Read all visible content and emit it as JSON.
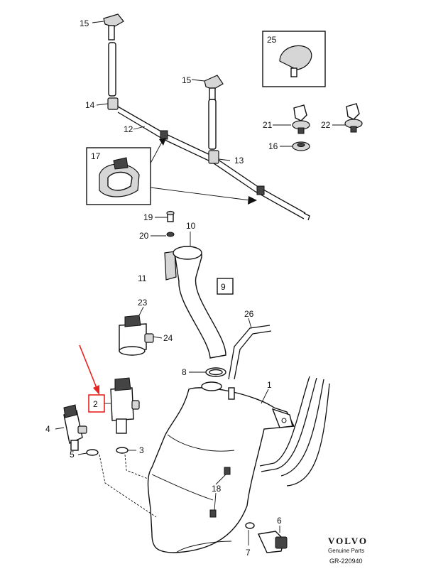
{
  "labels": {
    "p1": "1",
    "p2": "2",
    "p3": "3",
    "p4": "4",
    "p5": "5",
    "p6": "6",
    "p7": "7",
    "p8": "8",
    "p9": "9",
    "p10": "10",
    "p11": "11",
    "p12": "12",
    "p13": "13",
    "p14": "14",
    "p15a": "15",
    "p15b": "15",
    "p16": "16",
    "p17": "17",
    "p18": "18",
    "p19": "19",
    "p20": "20",
    "p21": "21",
    "p22": "22",
    "p23": "23",
    "p24": "24",
    "p25": "25",
    "p26": "26"
  },
  "footer": {
    "brand": "VOLVO",
    "subtitle": "Genuine Parts",
    "code": "GR-220940"
  },
  "colors": {
    "line": "#111111",
    "highlight": "#e8221e",
    "fill_grey": "#d6d6d6"
  }
}
